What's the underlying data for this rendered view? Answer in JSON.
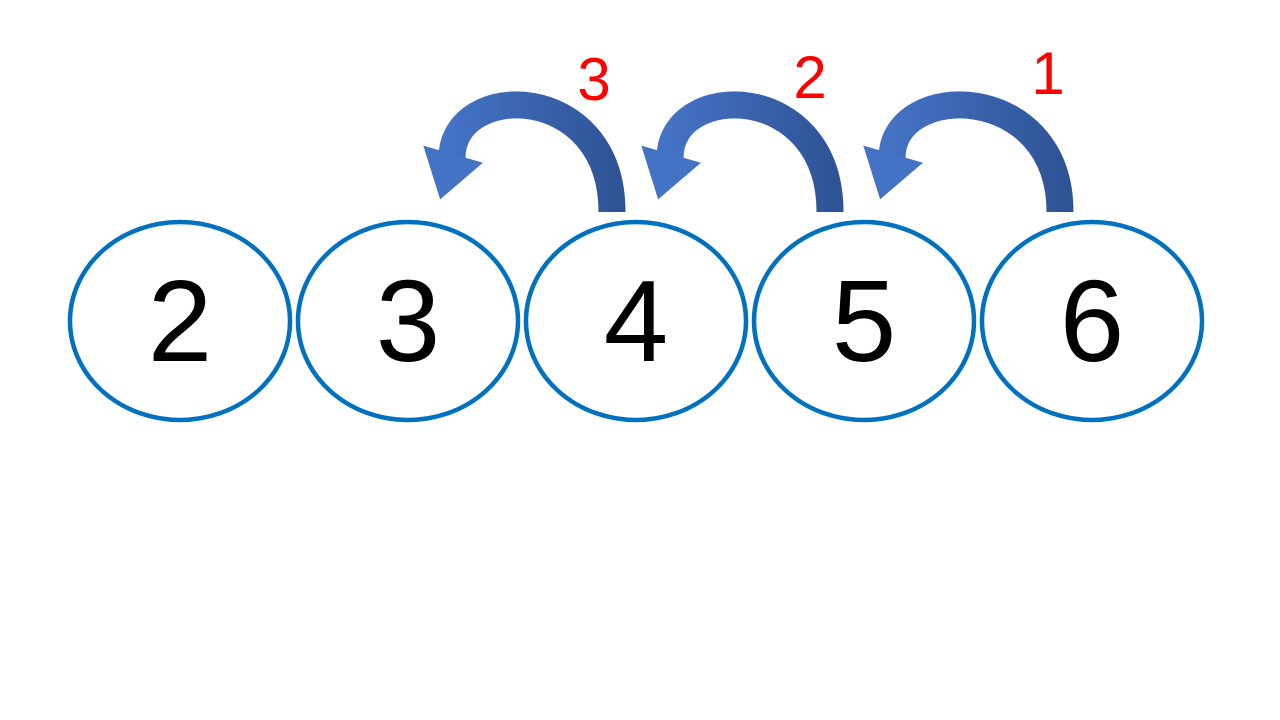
{
  "diagram": {
    "description": "counting back by jumps on a number line of circles",
    "background": "#FFFFFF"
  },
  "colors": {
    "circle_stroke": "#0070C0",
    "number_color": "#000000",
    "label_color": "#FF0000",
    "arrow_light": "#4472C4",
    "arrow_dark": "#2F5496"
  },
  "circles": [
    {
      "value": "2"
    },
    {
      "value": "3"
    },
    {
      "value": "4"
    },
    {
      "value": "5"
    },
    {
      "value": "6"
    }
  ],
  "arrows": [
    {
      "label": "3",
      "from": "4",
      "to": "3"
    },
    {
      "label": "2",
      "from": "5",
      "to": "4"
    },
    {
      "label": "1",
      "from": "6",
      "to": "5"
    }
  ]
}
